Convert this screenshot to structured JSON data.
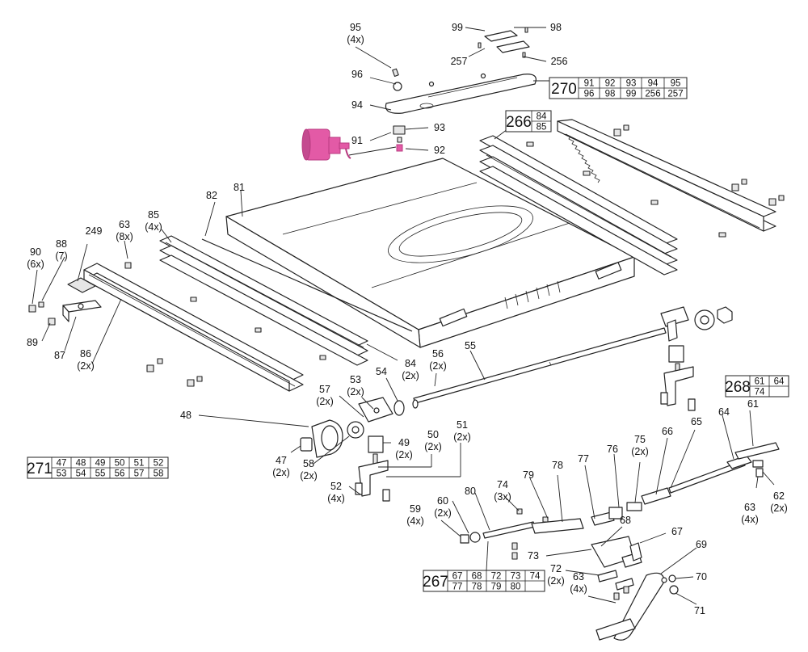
{
  "callouts": [
    {
      "id": "c99",
      "text": "99"
    },
    {
      "id": "c98",
      "text": "98"
    },
    {
      "id": "c95",
      "text": "95",
      "qty": "(4x)"
    },
    {
      "id": "c257",
      "text": "257"
    },
    {
      "id": "c256",
      "text": "256"
    },
    {
      "id": "c96",
      "text": "96"
    },
    {
      "id": "c94",
      "text": "94"
    },
    {
      "id": "c91",
      "text": "91"
    },
    {
      "id": "c93",
      "text": "93"
    },
    {
      "id": "c92",
      "text": "92"
    },
    {
      "id": "c82",
      "text": "82"
    },
    {
      "id": "c81",
      "text": "81"
    },
    {
      "id": "c85",
      "text": "85",
      "qty": "(4x)"
    },
    {
      "id": "c63a",
      "text": "63",
      "qty": "(8x)"
    },
    {
      "id": "c249",
      "text": "249"
    },
    {
      "id": "c90",
      "text": "90",
      "qty": "(6x)"
    },
    {
      "id": "c88",
      "text": "88",
      "qty": "(7)"
    },
    {
      "id": "c89",
      "text": "89"
    },
    {
      "id": "c87",
      "text": "87"
    },
    {
      "id": "c86",
      "text": "86",
      "qty": "(2x)"
    },
    {
      "id": "c84",
      "text": "84",
      "qty": "(2x)"
    },
    {
      "id": "c55",
      "text": "55"
    },
    {
      "id": "c56",
      "text": "56",
      "qty": "(2x)"
    },
    {
      "id": "c54",
      "text": "54"
    },
    {
      "id": "c53",
      "text": "53",
      "qty": "(2x)"
    },
    {
      "id": "c57",
      "text": "57",
      "qty": "(2x)"
    },
    {
      "id": "c48",
      "text": "48"
    },
    {
      "id": "c49",
      "text": "49",
      "qty": "(2x)"
    },
    {
      "id": "c50",
      "text": "50",
      "qty": "(2x)"
    },
    {
      "id": "c51",
      "text": "51",
      "qty": "(2x)"
    },
    {
      "id": "c47",
      "text": "47",
      "qty": "(2x)"
    },
    {
      "id": "c58",
      "text": "58",
      "qty": "(2x)"
    },
    {
      "id": "c52",
      "text": "52",
      "qty": "(4x)"
    },
    {
      "id": "c59",
      "text": "59",
      "qty": "(4x)"
    },
    {
      "id": "c60",
      "text": "60",
      "qty": "(2x)"
    },
    {
      "id": "c80",
      "text": "80"
    },
    {
      "id": "c74",
      "text": "74",
      "qty": "(3x)"
    },
    {
      "id": "c79",
      "text": "79"
    },
    {
      "id": "c78",
      "text": "78"
    },
    {
      "id": "c77",
      "text": "77"
    },
    {
      "id": "c76",
      "text": "76"
    },
    {
      "id": "c75",
      "text": "75",
      "qty": "(2x)"
    },
    {
      "id": "c66",
      "text": "66"
    },
    {
      "id": "c65",
      "text": "65"
    },
    {
      "id": "c64",
      "text": "64"
    },
    {
      "id": "c61",
      "text": "61"
    },
    {
      "id": "c62",
      "text": "62",
      "qty": "(2x)"
    },
    {
      "id": "c63b",
      "text": "63",
      "qty": "(4x)"
    },
    {
      "id": "c68",
      "text": "68"
    },
    {
      "id": "c67",
      "text": "67"
    },
    {
      "id": "c73",
      "text": "73"
    },
    {
      "id": "c72",
      "text": "72",
      "qty": "(2x)"
    },
    {
      "id": "c63c",
      "text": "63",
      "qty": "(4x)"
    },
    {
      "id": "c69",
      "text": "69"
    },
    {
      "id": "c70",
      "text": "70"
    },
    {
      "id": "c71",
      "text": "71"
    }
  ],
  "kits": [
    {
      "id": "k270",
      "kit": "270",
      "row1": [
        "91",
        "92",
        "93",
        "94",
        "95"
      ],
      "row2": [
        "96",
        "98",
        "99",
        "256",
        "257"
      ]
    },
    {
      "id": "k266",
      "kit": "266",
      "row1": [
        "84"
      ],
      "row2": [
        "85"
      ]
    },
    {
      "id": "k268",
      "kit": "268",
      "row1": [
        "61",
        "64"
      ],
      "row2": [
        "74",
        ""
      ]
    },
    {
      "id": "k271",
      "kit": "271",
      "row1": [
        "47",
        "48",
        "49",
        "50",
        "51",
        "52"
      ],
      "row2": [
        "53",
        "54",
        "55",
        "56",
        "57",
        "58"
      ]
    },
    {
      "id": "k267",
      "kit": "267",
      "row1": [
        "67",
        "68",
        "72",
        "73",
        "74"
      ],
      "row2": [
        "77",
        "78",
        "79",
        "80",
        ""
      ]
    }
  ],
  "colors": {
    "highlight": "#e35aa6",
    "highlight_dark": "#b83b80",
    "line": "#222222"
  },
  "icons": {
    "highlighted_part": "motor-highlight-icon"
  }
}
